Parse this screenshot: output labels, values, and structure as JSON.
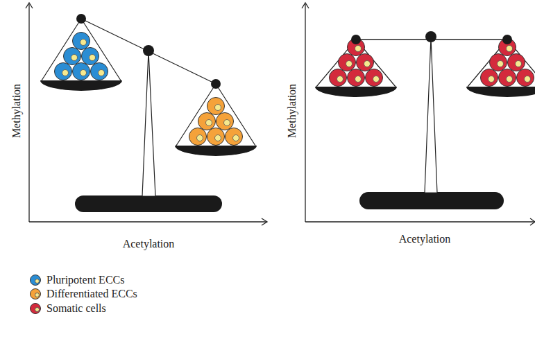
{
  "diagram": {
    "labels": [
      "Methylation",
      "Acetylation",
      "Methylation",
      "Acetylation"
    ],
    "legend": [
      {
        "text": "Pluripotent ECCs",
        "color": "#2a8dd4"
      },
      {
        "text": "Differentiated ECCs",
        "color": "#f5a23a"
      },
      {
        "text": "Somatic cells",
        "color": "#d42a3c"
      }
    ]
  }
}
